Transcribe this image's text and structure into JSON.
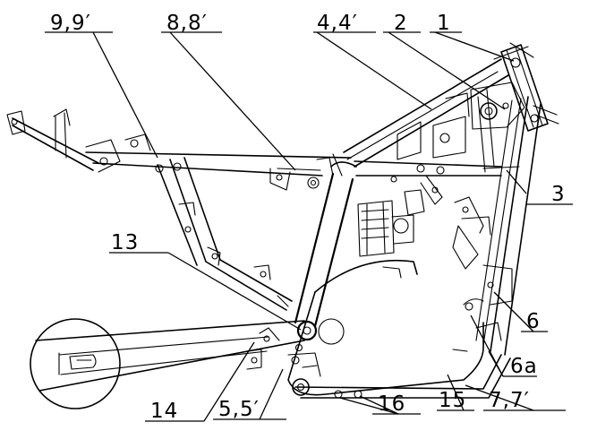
{
  "callouts": [
    {
      "id": "l1",
      "text": "1"
    },
    {
      "id": "l2",
      "text": "2"
    },
    {
      "id": "l3",
      "text": "3"
    },
    {
      "id": "l44",
      "text": "4,4′"
    },
    {
      "id": "l55",
      "text": "5,5′"
    },
    {
      "id": "l6",
      "text": "6"
    },
    {
      "id": "l6a",
      "text": "6a"
    },
    {
      "id": "l77",
      "text": "7,7′"
    },
    {
      "id": "l88",
      "text": "8,8′"
    },
    {
      "id": "l99",
      "text": "9,9′"
    },
    {
      "id": "l13",
      "text": "13"
    },
    {
      "id": "l14",
      "text": "14"
    },
    {
      "id": "l15",
      "text": "15"
    },
    {
      "id": "l16",
      "text": "16"
    }
  ],
  "colors": {
    "ink": "#000000",
    "paper": "#ffffff"
  }
}
